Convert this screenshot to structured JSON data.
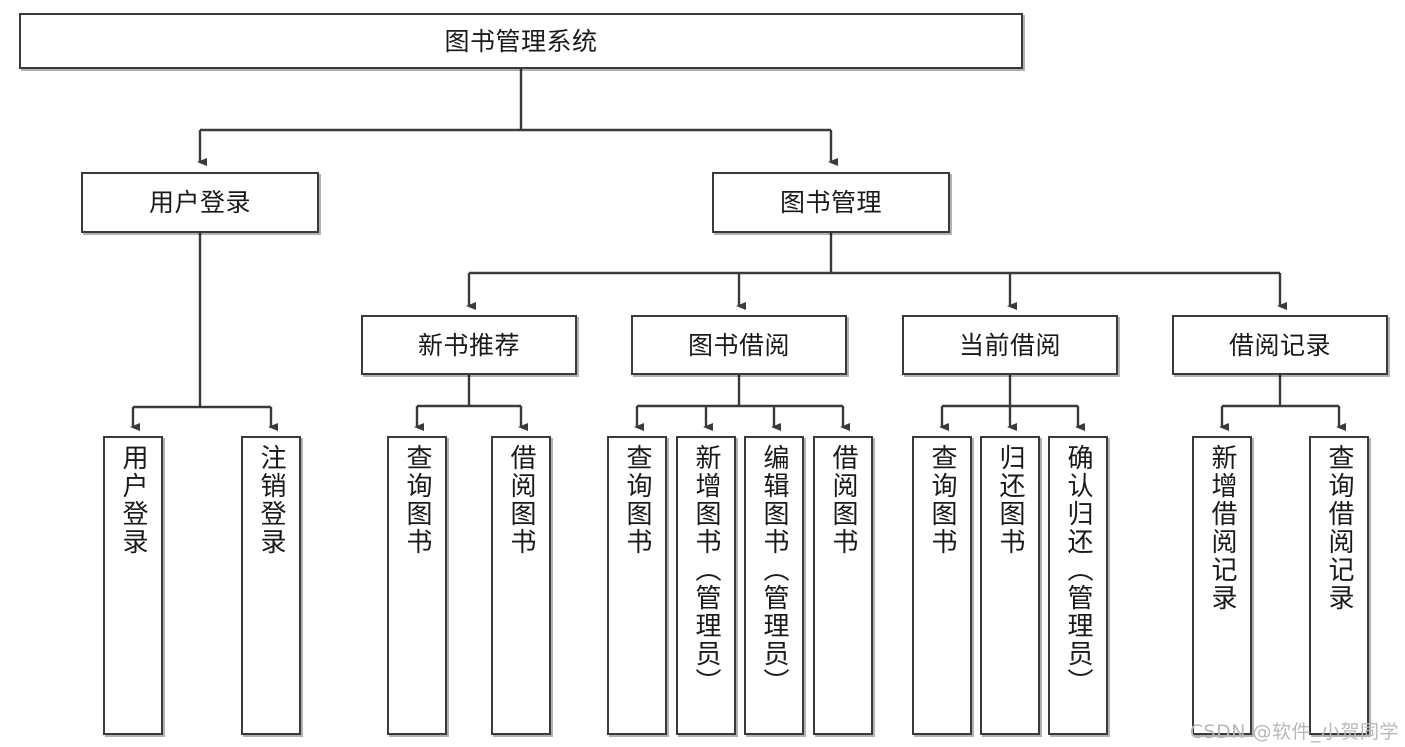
{
  "diagram": {
    "type": "tree-hierarchy-flowchart",
    "orientation": "top-down",
    "root": {
      "id": "root",
      "label": "图书管理系统"
    },
    "level2": [
      {
        "id": "user-login",
        "label": "用户登录"
      },
      {
        "id": "book-management",
        "label": "图书管理"
      }
    ],
    "level3": [
      {
        "id": "new-book-recommend",
        "label": "新书推荐",
        "parent": "book-management"
      },
      {
        "id": "book-borrow",
        "label": "图书借阅",
        "parent": "book-management"
      },
      {
        "id": "current-borrow",
        "label": "当前借阅",
        "parent": "book-management"
      },
      {
        "id": "borrow-record",
        "label": "借阅记录",
        "parent": "book-management"
      }
    ],
    "leaves": {
      "user-login": [
        {
          "id": "leaf-user-login",
          "label": "用户登录"
        },
        {
          "id": "leaf-user-logout",
          "label": "注销登录"
        }
      ],
      "new-book-recommend": [
        {
          "id": "leaf-query-book-1",
          "label": "查询图书"
        },
        {
          "id": "leaf-borrow-book-1",
          "label": "借阅图书"
        }
      ],
      "book-borrow": [
        {
          "id": "leaf-query-book-2",
          "label": "查询图书"
        },
        {
          "id": "leaf-add-book",
          "label": "新增图书（管理员）"
        },
        {
          "id": "leaf-edit-book",
          "label": "编辑图书（管理员）"
        },
        {
          "id": "leaf-borrow-book-2",
          "label": "借阅图书"
        }
      ],
      "current-borrow": [
        {
          "id": "leaf-query-book-3",
          "label": "查询图书"
        },
        {
          "id": "leaf-return-book",
          "label": "归还图书"
        },
        {
          "id": "leaf-confirm-return",
          "label": "确认归还（管理员）"
        }
      ],
      "borrow-record": [
        {
          "id": "leaf-add-record",
          "label": "新增借阅记录"
        },
        {
          "id": "leaf-query-record",
          "label": "查询借阅记录"
        }
      ]
    }
  },
  "watermark": {
    "text": "CSDN @软件_小贺同学"
  },
  "colors": {
    "stroke": "#3a3a3a",
    "fill": "#ffffff",
    "text": "#1a1a1a",
    "watermark": "#b9b9b9"
  }
}
